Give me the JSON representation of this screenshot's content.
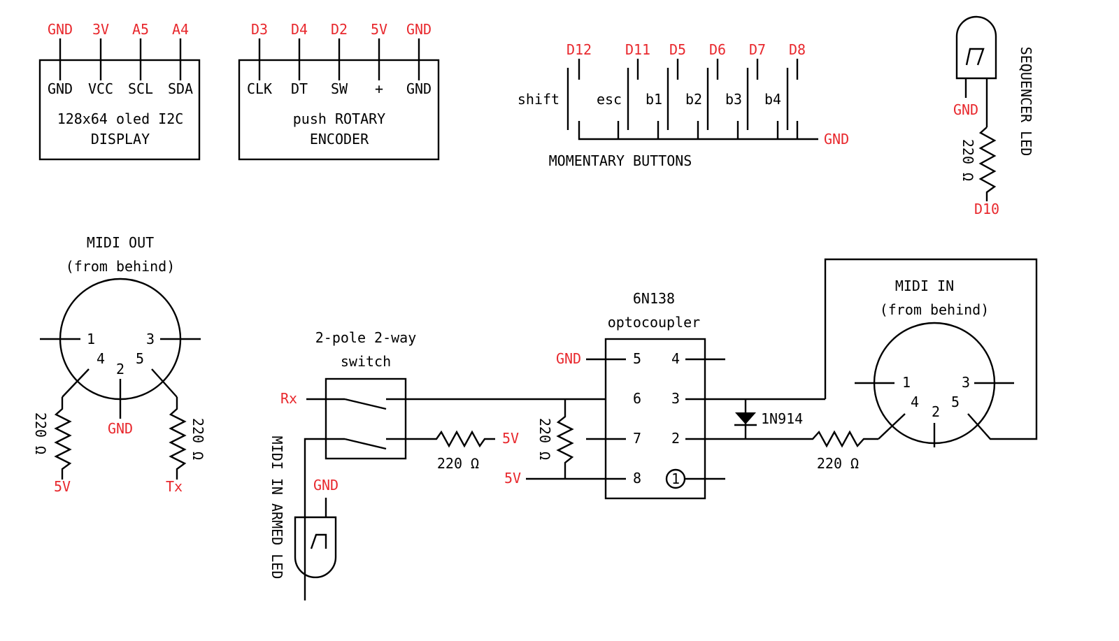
{
  "colors": {
    "pin_label": "#e8282d",
    "line": "#000000",
    "background": "#ffffff"
  },
  "oled": {
    "pins_red": [
      "GND",
      "3V",
      "A5",
      "A4"
    ],
    "pins": [
      "GND",
      "VCC",
      "SCL",
      "SDA"
    ],
    "title1": "128x64 oled I2C",
    "title2": "DISPLAY"
  },
  "encoder": {
    "pins_red": [
      "D3",
      "D4",
      "D2",
      "5V",
      "GND"
    ],
    "pins": [
      "CLK",
      "DT",
      "SW",
      "+",
      "GND"
    ],
    "title1": "push ROTARY",
    "title2": "ENCODER"
  },
  "buttons": {
    "pins_red": [
      "D12",
      "D11",
      "D5",
      "D6",
      "D7",
      "D8"
    ],
    "labels": [
      "shift",
      "esc",
      "b1",
      "b2",
      "b3",
      "b4"
    ],
    "gnd": "GND",
    "title": "MOMENTARY BUTTONS"
  },
  "seq_led": {
    "gnd": "GND",
    "resistor": "220 Ω",
    "pin": "D10",
    "title": "SEQUENCER LED"
  },
  "midi_out": {
    "title1": "MIDI OUT",
    "title2": "(from behind)",
    "pins": [
      "1",
      "3",
      "4",
      "2",
      "5"
    ],
    "res_left": "220 Ω",
    "res_right": "220 Ω",
    "gnd": "GND",
    "left_pin": "5V",
    "right_pin": "Tx"
  },
  "switch": {
    "title1": "2-pole 2-way",
    "title2": "switch",
    "rx": "Rx",
    "res": "220 Ω",
    "v5": "5V"
  },
  "midi_led": {
    "title": "MIDI IN ARMED LED",
    "gnd": "GND"
  },
  "opto": {
    "title1": "6N138",
    "title2": "optocoupler",
    "gnd": "GND",
    "pins_left": [
      "5",
      "6",
      "7",
      "8"
    ],
    "pins_right": [
      "4",
      "3",
      "2"
    ],
    "pin1": "1",
    "res": "220 Ω",
    "v5": "5V"
  },
  "diode": {
    "label": "1N914"
  },
  "midi_in": {
    "title1": "MIDI IN",
    "title2": "(from behind)",
    "pins": [
      "1",
      "3",
      "4",
      "2",
      "5"
    ],
    "res": "220 Ω"
  }
}
